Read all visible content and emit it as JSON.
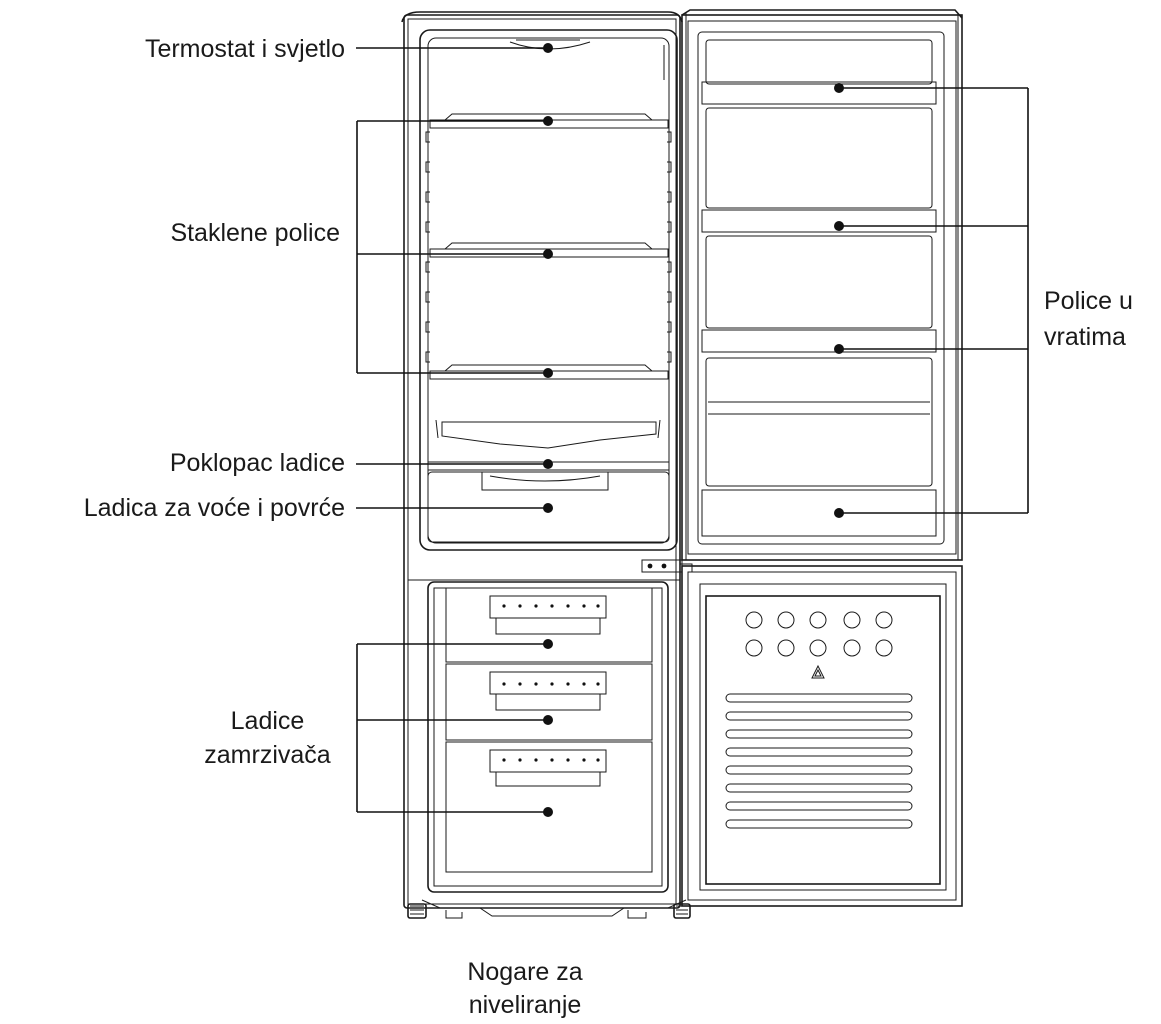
{
  "labels": {
    "thermostat": "Termostat i svjetlo",
    "glass_shelves": "Staklene police",
    "drawer_cover": "Poklopac ladice",
    "crisper": "Ladica za voće i povrće",
    "freezer_drawers_1": "Ladice",
    "freezer_drawers_2": "zamrzivača",
    "door_shelves_1": "Police u",
    "door_shelves_2": "vratima",
    "feet_1": "Nogare za",
    "feet_2": "niveliranje"
  },
  "colors": {
    "line": "#1a1a1a",
    "background": "#ffffff"
  }
}
